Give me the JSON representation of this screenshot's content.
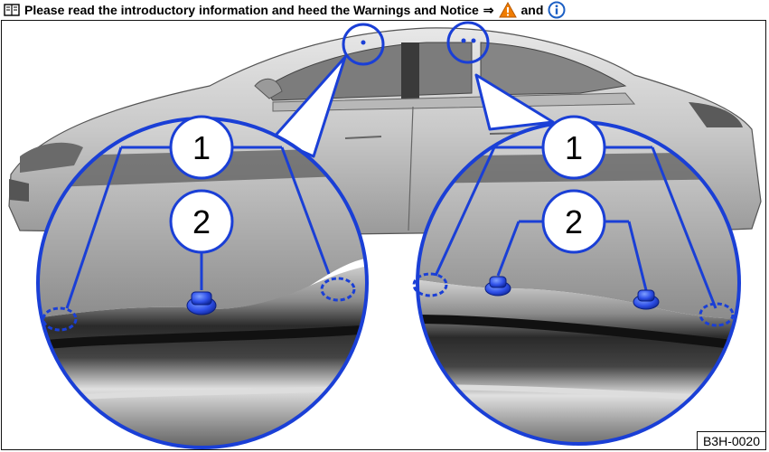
{
  "header": {
    "icons": [
      "book-icon",
      "warning-icon",
      "info-icon"
    ],
    "text_before": "Please read the introductory information and heed the Warnings and Notice",
    "arrow": "⇒",
    "text_and": "and"
  },
  "figure": {
    "id": "B3H-0020",
    "callouts": {
      "left_top": "1",
      "left_mid": "2",
      "right_top": "1",
      "right_mid": "2"
    },
    "colors": {
      "callout_blue": "#1a3fd6",
      "clip_blue": "#2f50e8",
      "warning_orange": "#f07c00",
      "info_blue": "#1c5fc4"
    }
  }
}
